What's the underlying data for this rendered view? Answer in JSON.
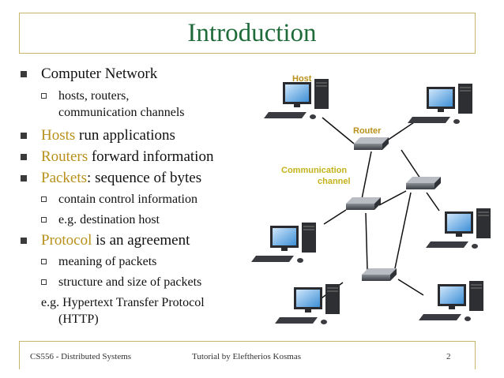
{
  "slide": {
    "title": "Introduction",
    "bullets": {
      "b1": "Computer Network",
      "b1_sub1_line1": "hosts, routers,",
      "b1_sub1_line2": "communication channels",
      "b2_keyword": "Hosts",
      "b2_rest": " run applications",
      "b3_keyword": "Routers",
      "b3_rest": " forward information",
      "b4_keyword": "Packets",
      "b4_rest": ": sequence of bytes",
      "b4_sub1": "contain control information",
      "b4_sub2": "e.g. destination host",
      "b5_keyword": "Protocol",
      "b5_rest": " is an agreement",
      "b5_sub1": "meaning of packets",
      "b5_sub2": "structure and size of packets",
      "b5_note_line1": "e.g. Hypertext Transfer Protocol",
      "b5_note_line2": "(HTTP)"
    },
    "diagram": {
      "label_host": "Host",
      "label_router": "Router",
      "label_channel_line1": "Communication",
      "label_channel_line2": "channel"
    },
    "footer": {
      "course": "CS556 - Distributed Systems",
      "author": "Tutorial by Eleftherios Kosmas",
      "page": "2"
    }
  },
  "colors": {
    "title": "#1f6b3a",
    "keyword": "#b8901a",
    "frame": "#c8b56a",
    "label_host": "#b8901a",
    "label_router": "#b8901a",
    "label_channel": "#c4b21a"
  }
}
